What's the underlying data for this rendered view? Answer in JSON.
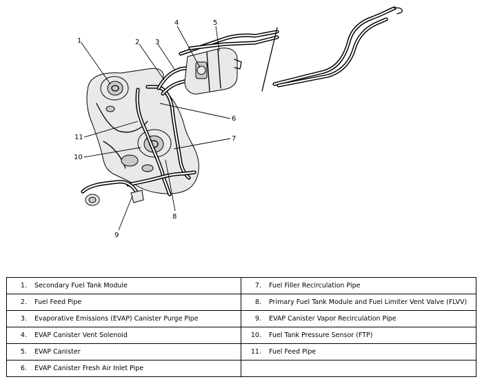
{
  "callouts": [
    "1",
    "2",
    "3",
    "4",
    "5",
    "6",
    "7",
    "8",
    "9",
    "10",
    "11"
  ],
  "legend": {
    "left": [
      {
        "num": "1.",
        "label": "Secondary Fuel Tank Module"
      },
      {
        "num": "2.",
        "label": "Fuel Feed Pipe"
      },
      {
        "num": "3.",
        "label": "Evaporative Emissions (EVAP) Canister Purge Pipe"
      },
      {
        "num": "4.",
        "label": "EVAP Canister Vent Solenoid"
      },
      {
        "num": "5.",
        "label": "EVAP Canister"
      },
      {
        "num": "6.",
        "label": "EVAP Canister Fresh Air Inlet Pipe"
      }
    ],
    "right": [
      {
        "num": "7.",
        "label": "Fuel Filler Recirculation Pipe"
      },
      {
        "num": "8.",
        "label": "Primary Fuel Tank Module and Fuel Limiter Vent Valve (FLVV)"
      },
      {
        "num": "9.",
        "label": "EVAP Canister Vapor Recirculation Pipe"
      },
      {
        "num": "10.",
        "label": "Fuel Tank Pressure Sensor (FTP)"
      },
      {
        "num": "11.",
        "label": "Fuel Feed Pipe"
      },
      {
        "num": "",
        "label": ""
      }
    ]
  }
}
